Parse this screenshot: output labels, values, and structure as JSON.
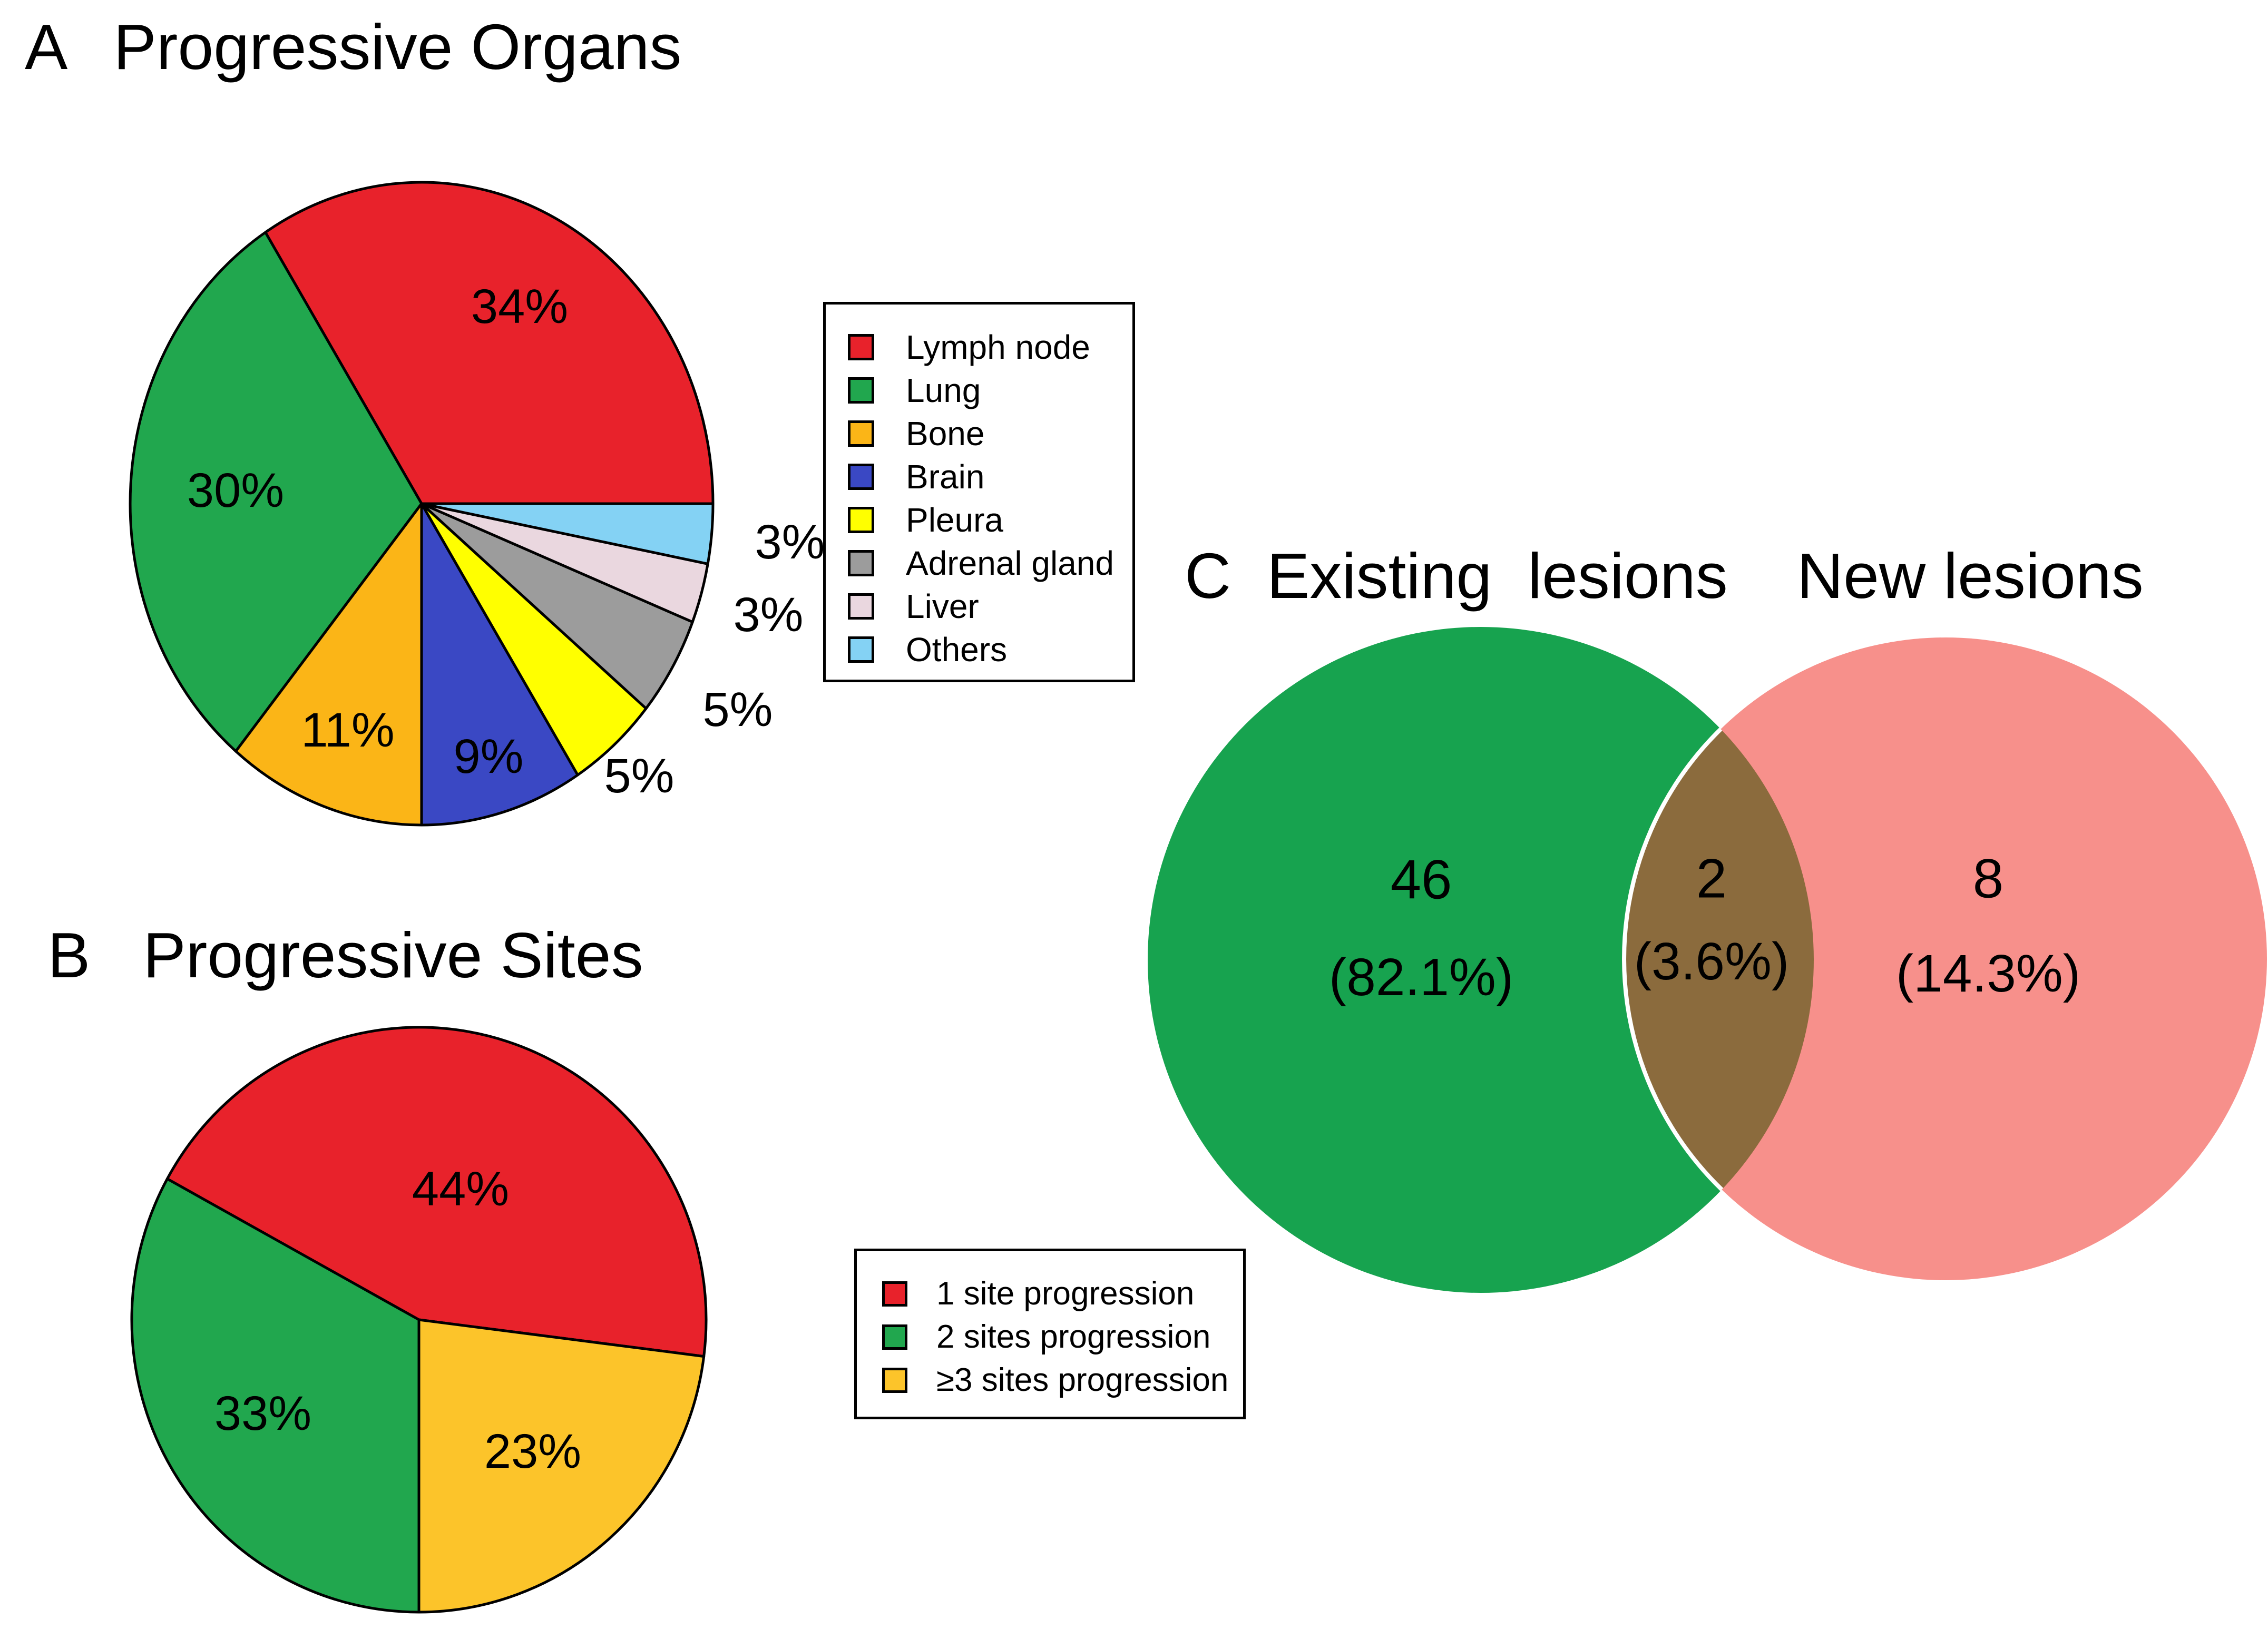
{
  "figure": {
    "background": "#FFFFFF",
    "panels": [
      {
        "id": "A",
        "letter": "A",
        "title": "Progressive Organs"
      },
      {
        "id": "B",
        "letter": "B",
        "title": "Progressive Sites"
      },
      {
        "id": "C",
        "letter": "C",
        "title_left": "Existing  lesions",
        "title_right": "New lesions"
      }
    ]
  },
  "chart_data": [
    {
      "id": "pie-a",
      "type": "pie",
      "panel": "A",
      "title": "Progressive Organs",
      "unit": "percent",
      "start_angle_deg": 0,
      "direction": "counterclockwise",
      "categories": [
        "Lymph node",
        "Lung",
        "Bone",
        "Brain",
        "Pleura",
        "Adrenal gland",
        "Liver",
        "Others"
      ],
      "values": [
        34,
        30,
        11,
        9,
        5,
        5,
        3,
        3
      ],
      "labels": [
        "34%",
        "30%",
        "11%",
        "9%",
        "5%",
        "5%",
        "3%",
        "3%"
      ],
      "colors": [
        "#E8222B",
        "#21A74E",
        "#FBB517",
        "#3A48C4",
        "#FFFF00",
        "#9C9C9C",
        "#EAD7DF",
        "#84D2F4"
      ],
      "outline_color": "#000000",
      "legend": {
        "position": "right",
        "border_color": "#000000"
      }
    },
    {
      "id": "pie-b",
      "type": "pie",
      "panel": "B",
      "title": "Progressive Sites",
      "unit": "percent",
      "start_angle_deg": -7.2,
      "direction": "counterclockwise",
      "categories": [
        "1 site progression",
        "2 sites progression",
        "≥3 sites progression"
      ],
      "values": [
        44,
        33,
        23
      ],
      "labels": [
        "44%",
        "33%",
        "23%"
      ],
      "colors": [
        "#E8222B",
        "#21A74E",
        "#FCC42A"
      ],
      "outline_color": "#000000",
      "legend": {
        "position": "right",
        "border_color": "#000000"
      }
    },
    {
      "id": "venn-c",
      "type": "venn",
      "panel": "C",
      "sets": [
        {
          "label": "Existing lesions",
          "count": "46",
          "pct": "(82.1%)",
          "color": "#17A34F"
        },
        {
          "label": "New lesions",
          "count": "8",
          "pct": "(14.3%)",
          "color": "#F7908B"
        }
      ],
      "intersection": {
        "count": "2",
        "pct": "(3.6%)",
        "color": "#8B6B3D",
        "outline": "#FFFFFF"
      }
    }
  ]
}
